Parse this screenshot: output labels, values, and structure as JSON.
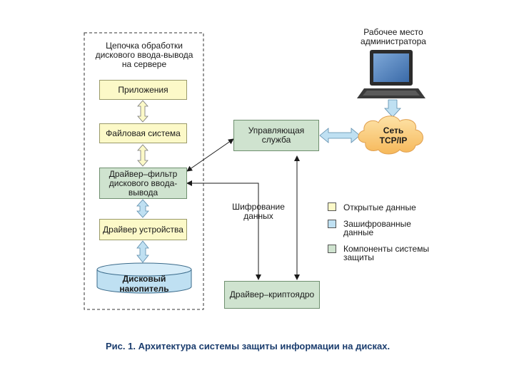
{
  "server_group": {
    "title": "Цепочка обработки дискового ввода-вывода на сервере"
  },
  "boxes": {
    "applications": "Приложения",
    "file_system": "Файловая система",
    "filter_driver": "Драйвер–фильтр дискового ввода-вывода",
    "device_driver": "Драйвер устройства",
    "disk_storage": "Дисковый накопитель",
    "management_service": "Управляющая служба",
    "crypto_driver": "Драйвер–криптоядро"
  },
  "admin_workstation": "Рабочее место администратора",
  "network": {
    "line1": "Сеть",
    "line2": "TCP/IP"
  },
  "encryption_label": "Шифрование данных",
  "legend": [
    {
      "label": "Открытые данные",
      "color": "#fcf9c8"
    },
    {
      "label": "Зашифрованные данные",
      "color": "#bfe0f2"
    },
    {
      "label": "Компоненты системы защиты",
      "color": "#cfe3cf"
    }
  ],
  "caption": "Рис. 1. Архитектура системы защиты информации на дисках.",
  "colors": {
    "open_data": "#fcf9c8",
    "encrypted_data": "#bfe0f2",
    "protection_components": "#cfe3cf",
    "caption": "#1b3d6e"
  }
}
